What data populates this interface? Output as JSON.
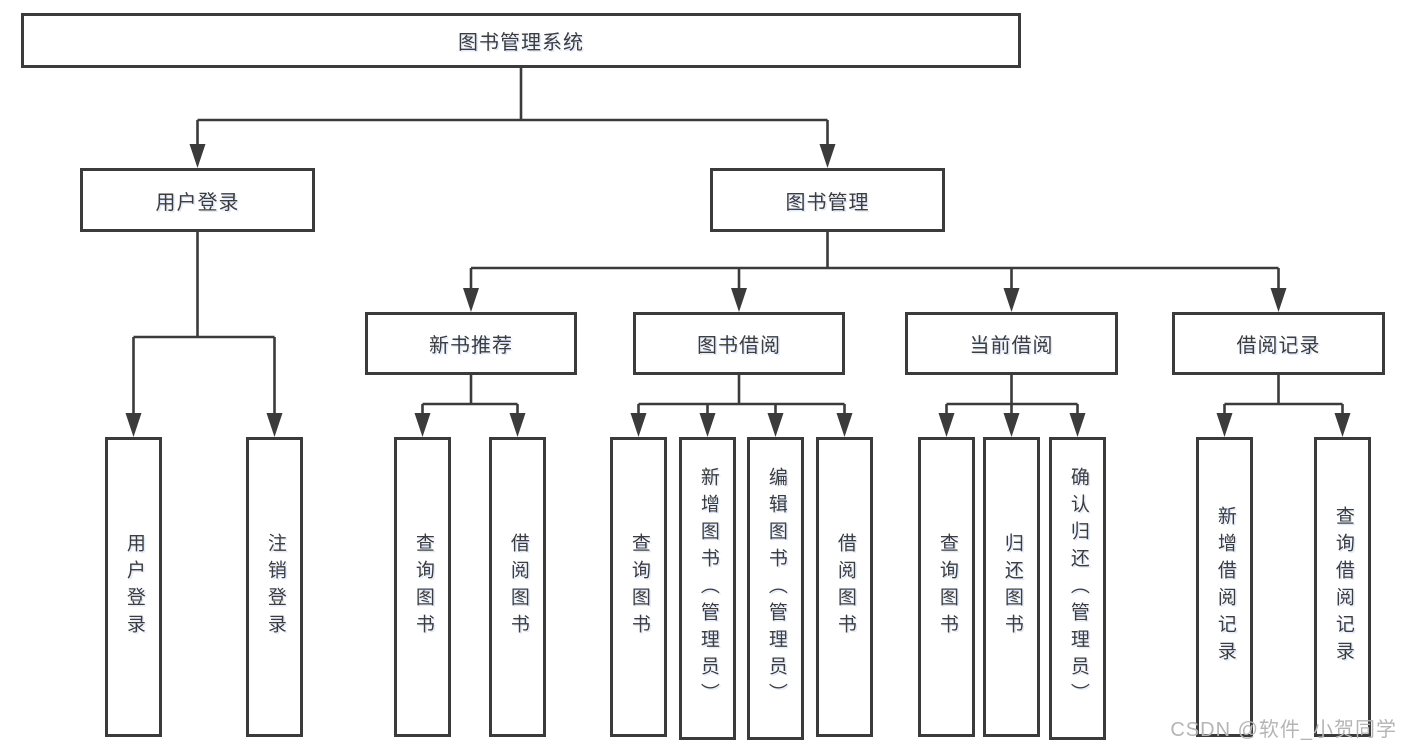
{
  "colors": {
    "line": "#3b3b3b",
    "text": "#3d3d3d",
    "box-bg": "#ffffff",
    "page-bg": "#ffffff",
    "watermark": "#b5b5b5"
  },
  "tree": {
    "root": {
      "label": "图书管理系统"
    },
    "branches": [
      {
        "label": "用户登录",
        "children": [
          {
            "label": "用户登录"
          },
          {
            "label": "注销登录"
          }
        ]
      },
      {
        "label": "图书管理",
        "children": [
          {
            "label": "新书推荐",
            "children": [
              {
                "label": "查询图书"
              },
              {
                "label": "借阅图书"
              }
            ]
          },
          {
            "label": "图书借阅",
            "children": [
              {
                "label": "查询图书"
              },
              {
                "label": "新增图书（管理员）"
              },
              {
                "label": "编辑图书（管理员）"
              },
              {
                "label": "借阅图书"
              }
            ]
          },
          {
            "label": "当前借阅",
            "children": [
              {
                "label": "查询图书"
              },
              {
                "label": "归还图书"
              },
              {
                "label": "确认归还（管理员）"
              }
            ]
          },
          {
            "label": "借阅记录",
            "children": [
              {
                "label": "新增借阅记录"
              },
              {
                "label": "查询借阅记录"
              }
            ]
          }
        ]
      }
    ]
  },
  "watermark": {
    "text": "CSDN @软件_小贺同学"
  }
}
